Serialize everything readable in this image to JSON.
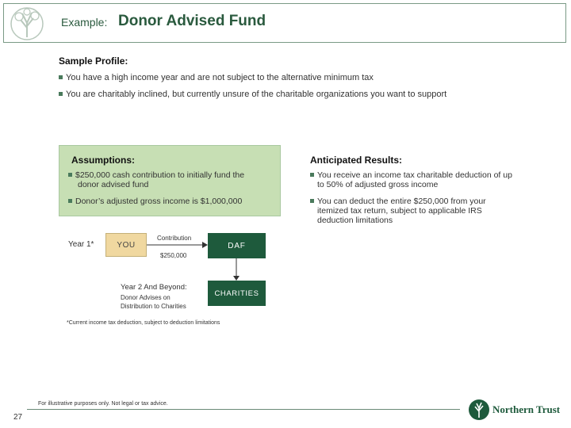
{
  "header": {
    "title_prefix": "Example:",
    "title_main": "Donor Advised Fund"
  },
  "profile": {
    "title": "Sample Profile:",
    "bullets": [
      "You have a high income year and are not subject to the alternative minimum tax",
      "You are charitably inclined, but currently unsure of the charitable organizations you want to support"
    ]
  },
  "assumptions": {
    "title": "Assumptions:",
    "bullets": [
      {
        "line1": "$250,000 cash contribution to initially fund the",
        "line2": "donor advised fund"
      },
      {
        "line1": "Donor’s adjusted gross income is $1,000,000",
        "line2": ""
      }
    ]
  },
  "results": {
    "title": "Anticipated Results:",
    "bullets": [
      {
        "line1": "You receive an income tax charitable deduction of up",
        "line2": "to 50% of adjusted gross income",
        "line3": ""
      },
      {
        "line1": "You can deduct the entire $250,000 from your",
        "line2": "itemized tax return, subject to applicable IRS",
        "line3": "deduction limitations"
      }
    ]
  },
  "diagram": {
    "year1_label": "Year 1*",
    "you_label": "YOU",
    "contribution_label": "Contribution",
    "amount_label": "$250,000",
    "daf_label": "DAF",
    "year2_label": "Year 2 And Beyond:",
    "advises_line1": "Donor Advises  on",
    "advises_line2": "Distribution to Charities",
    "charities_label": "CHARITIES",
    "footnote": "*Current income tax deduction, subject to deduction limitations"
  },
  "footer": {
    "disclaimer": "For illustrative purposes only. Not legal or tax advice.",
    "page_number": "27",
    "brand": "Northern Trust"
  },
  "colors": {
    "brand_green": "#1e5a3c",
    "assumption_bg": "#c7dfb4",
    "you_bg": "#f0d8a0"
  }
}
